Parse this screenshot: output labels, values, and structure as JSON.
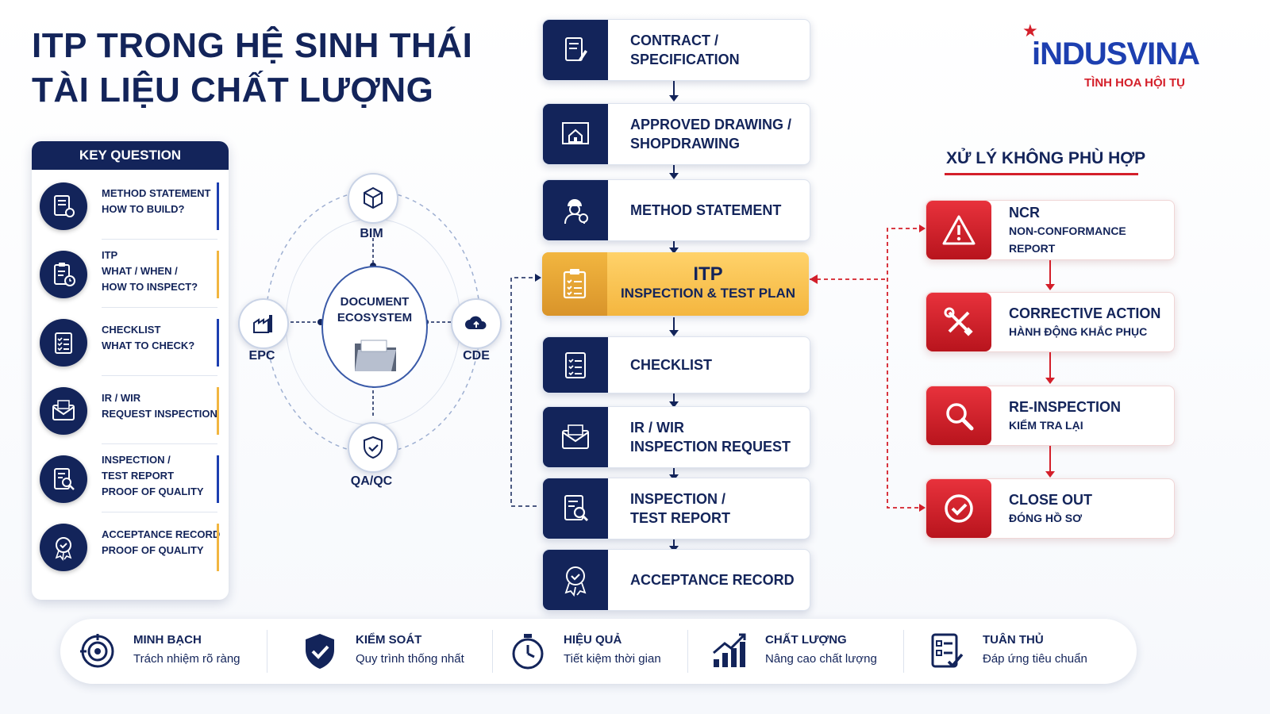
{
  "title": {
    "line1": "ITP TRONG HỆ SINH THÁI",
    "line2": "TÀI LIỆU CHẤT LƯỢNG"
  },
  "logo": {
    "brand": "iNDUSVINA",
    "tagline": "TÌNH HOA HỘI TỤ"
  },
  "key_question": {
    "header": "KEY QUESTION",
    "items": [
      {
        "l1": "METHOD STATEMENT",
        "l2": "HOW TO BUILD?",
        "l3": "",
        "icon": "document-gear-icon",
        "accent": "#1d3fb0"
      },
      {
        "l1": "ITP",
        "l2": "WHAT / WHEN /",
        "l3": "HOW TO INSPECT?",
        "icon": "clipboard-clock-icon",
        "accent": "#f2b640"
      },
      {
        "l1": "CHECKLIST",
        "l2": "WHAT TO CHECK?",
        "l3": "",
        "icon": "checklist-icon",
        "accent": "#1d3fb0"
      },
      {
        "l1": "IR / WIR",
        "l2": "REQUEST INSPECTION",
        "l3": "",
        "icon": "envelope-icon",
        "accent": "#f2b640"
      },
      {
        "l1": "INSPECTION /",
        "l2": "TEST REPORT",
        "l3": "PROOF OF QUALITY",
        "icon": "report-magnifier-icon",
        "accent": "#1d3fb0"
      },
      {
        "l1": "ACCEPTANCE RECORD",
        "l2": "PROOF OF QUALITY",
        "l3": "",
        "icon": "award-badge-icon",
        "accent": "#f2b640"
      }
    ]
  },
  "ecosystem": {
    "center_l1": "DOCUMENT",
    "center_l2": "ECOSYSTEM",
    "nodes": {
      "top": "BIM",
      "left": "EPC",
      "right": "CDE",
      "bottom": "QA/QC"
    }
  },
  "flow": [
    {
      "l1": "CONTRACT /",
      "l2": "SPECIFICATION",
      "icon": "contract-pen-icon"
    },
    {
      "l1": "APPROVED DRAWING /",
      "l2": "SHOPDRAWING",
      "icon": "blueprint-house-icon"
    },
    {
      "l1": "METHOD STATEMENT",
      "l2": "",
      "icon": "engineer-gear-icon"
    },
    {
      "l1": "ITP",
      "l2": "INSPECTION & TEST PLAN",
      "icon": "clipboard-checklist-icon"
    },
    {
      "l1": "CHECKLIST",
      "l2": "",
      "icon": "checklist-icon"
    },
    {
      "l1": "IR / WIR",
      "l2": "INSPECTION REQUEST",
      "icon": "envelope-icon"
    },
    {
      "l1": "INSPECTION /",
      "l2": "TEST REPORT",
      "icon": "report-magnifier-icon"
    },
    {
      "l1": "ACCEPTANCE RECORD",
      "l2": "",
      "icon": "award-badge-icon"
    }
  ],
  "nonconformance": {
    "title": "XỬ LÝ KHÔNG PHÙ HỢP",
    "steps": [
      {
        "l1": "NCR",
        "l2": "NON-CONFORMANCE REPORT",
        "icon": "warning-icon"
      },
      {
        "l1": "CORRECTIVE ACTION",
        "l2": "HÀNH ĐỘNG KHẮC PHỤC",
        "icon": "tools-icon"
      },
      {
        "l1": "RE-INSPECTION",
        "l2": "KIỂM TRA LẠI",
        "icon": "magnifier-icon"
      },
      {
        "l1": "CLOSE OUT",
        "l2": "ĐÓNG HỒ SƠ",
        "icon": "check-circle-icon"
      }
    ]
  },
  "benefits": [
    {
      "l1": "MINH BẠCH",
      "l2": "Trách nhiệm rõ ràng",
      "icon": "target-icon"
    },
    {
      "l1": "KIỂM SOÁT",
      "l2": "Quy trình thống nhất",
      "icon": "shield-check-icon"
    },
    {
      "l1": "HIỆU QUẢ",
      "l2": "Tiết kiệm thời gian",
      "icon": "stopwatch-icon"
    },
    {
      "l1": "CHẤT LƯỢNG",
      "l2": "Nâng cao chất lượng",
      "icon": "growth-chart-icon"
    },
    {
      "l1": "TUÂN THỦ",
      "l2": "Đáp ứng tiêu chuẩn",
      "icon": "compliance-list-icon"
    }
  ],
  "colors": {
    "navy": "#13245a",
    "gold": "#f2b640",
    "red": "#d41f2a",
    "blue": "#1d3fb0"
  }
}
